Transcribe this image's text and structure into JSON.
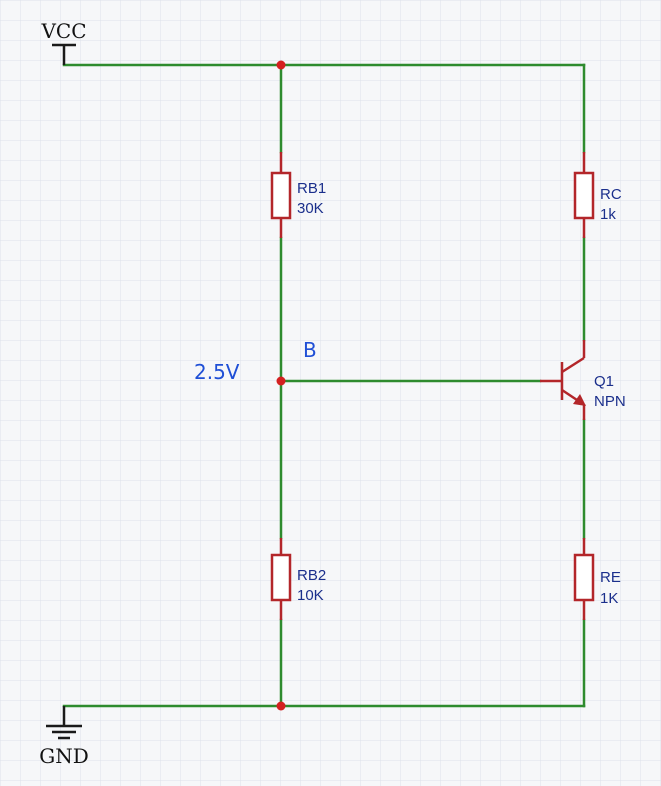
{
  "power": {
    "vcc_label": "VCC",
    "gnd_label": "GND"
  },
  "nets": {
    "base_name": "B",
    "base_voltage": "2.5V"
  },
  "components": {
    "rb1": {
      "ref": "RB1",
      "value": "30K"
    },
    "rb2": {
      "ref": "RB2",
      "value": "10K"
    },
    "rc": {
      "ref": "RC",
      "value": "1k"
    },
    "re": {
      "ref": "RE",
      "value": "1K"
    },
    "q1": {
      "ref": "Q1",
      "value": "NPN"
    }
  },
  "colors": {
    "wire": "#2e8b2e",
    "component": "#b3262a",
    "junction": "#d42020",
    "label": "#1b2f8c",
    "net_label": "#1f4fd6",
    "grid": "#dde2ea",
    "background": "#f6f7f9"
  }
}
